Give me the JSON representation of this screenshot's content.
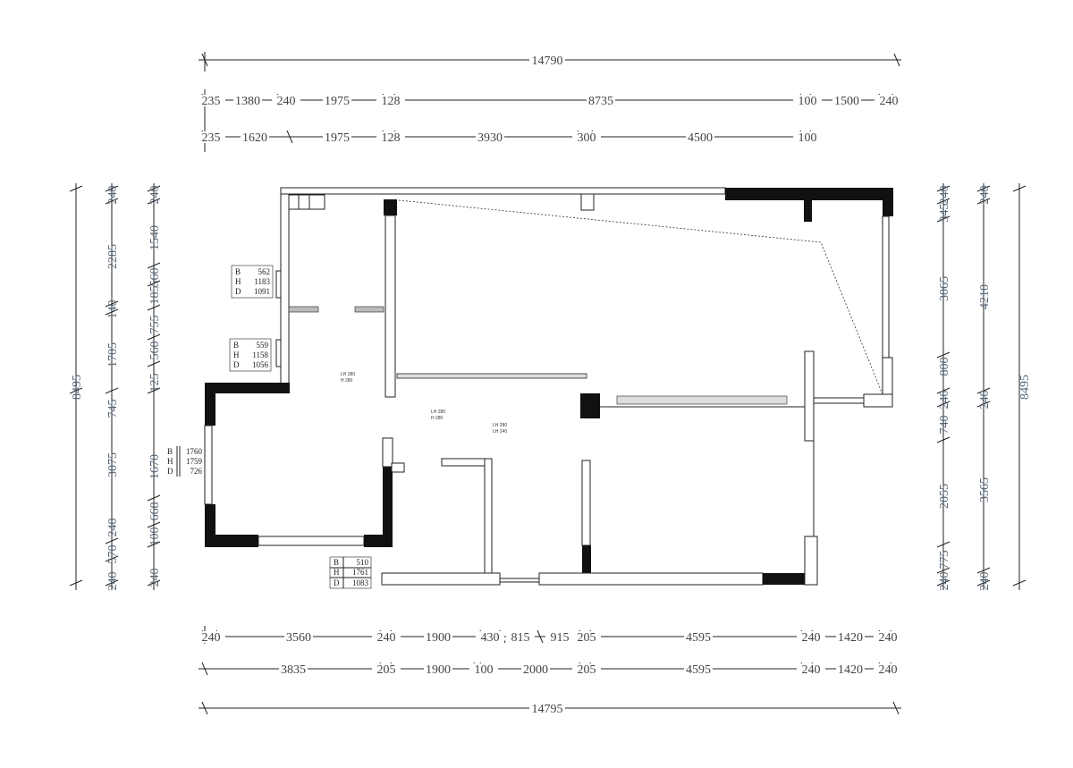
{
  "dimensions": {
    "top_total": "14790",
    "top_row1": [
      "235",
      "1380",
      "240",
      "1975",
      "128",
      "8735",
      "100",
      "1500",
      "240"
    ],
    "top_row2": [
      "235",
      "1620",
      "1975",
      "128",
      "3930",
      "300",
      "4500",
      "100"
    ],
    "bottom_row1": [
      "240",
      "3560",
      "240",
      "1900",
      "430",
      "815",
      "915",
      "205",
      "4595",
      "240",
      "1420",
      "240"
    ],
    "bottom_row2": [
      "3835",
      "205",
      "1900",
      "100",
      "2000",
      "205",
      "4595",
      "240",
      "1420",
      "240"
    ],
    "bottom_total": "14795",
    "left_total": "8495",
    "left_col1": [
      "240",
      "2285",
      "140",
      "1705",
      "745",
      "3075",
      "240",
      "570",
      "240"
    ],
    "left_col2": [
      "240",
      "1540",
      "560",
      "185",
      "755",
      "560",
      "125",
      "1670",
      "668",
      "100",
      "240"
    ],
    "right_col1": [
      "240",
      "345",
      "3065",
      "800",
      "240",
      "740",
      "2055",
      "775",
      "240"
    ],
    "right_col2": [
      "240",
      "4210",
      "240",
      "3565",
      "240"
    ],
    "right_total": "8495"
  },
  "window_tables": [
    {
      "B": "562",
      "H": "1183",
      "D": "1091"
    },
    {
      "B": "559",
      "H": "1158",
      "D": "1056"
    },
    {
      "B": "1760",
      "H": "1759",
      "D": "726"
    },
    {
      "B": "510",
      "H": "1761",
      "D": "1083"
    }
  ],
  "table_row_labels": [
    "B",
    "H",
    "D"
  ],
  "room_marks": [
    {
      "l1": "LH 280",
      "l2": "H 280"
    },
    {
      "l1": "LH 280",
      "l2": "H 280"
    },
    {
      "l1": "LH 280",
      "l2": "LH 240"
    }
  ],
  "colors": {
    "wall": "#111111",
    "dim_text": "#556677",
    "line": "#222222"
  }
}
